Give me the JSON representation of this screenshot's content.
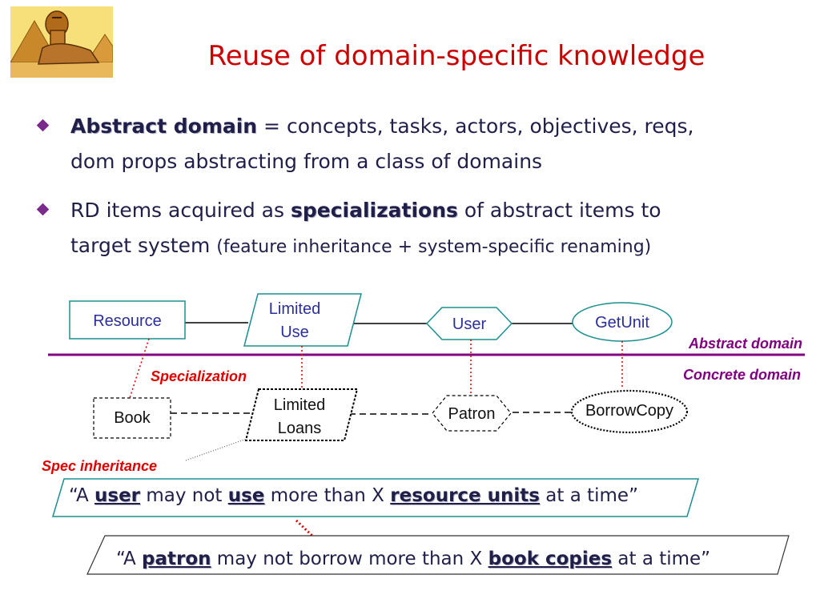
{
  "slide": {
    "title": "Reuse of domain-specific knowledge",
    "bullets": [
      {
        "term": "Abstract domain",
        "rest_line1": " =  concepts, tasks, actors, objectives, reqs,",
        "rest_line2": "dom props abstracting from a class of domains"
      },
      {
        "pre": "RD items acquired as ",
        "term": "specializations",
        "post": " of abstract items to",
        "line2_main": "target system ",
        "line2_small": "(feature inheritance + system-specific renaming)"
      }
    ]
  },
  "diagram": {
    "abstract": {
      "resource": "Resource",
      "limited_use_l1": "Limited",
      "limited_use_l2": "Use",
      "user": "User",
      "getunit": "GetUnit"
    },
    "concrete": {
      "book": "Book",
      "limited_loans_l1": "Limited",
      "limited_loans_l2": "Loans",
      "patron": "Patron",
      "borrowcopy": "BorrowCopy"
    },
    "labels": {
      "abstract_domain": "Abstract domain",
      "concrete_domain": "Concrete domain",
      "specialization": "Specialization",
      "spec_inheritance": "Spec inheritance"
    },
    "colors": {
      "teal": "#1a8f8f",
      "purple": "#800080",
      "red": "#e00000",
      "navy": "#2b2f9a"
    }
  },
  "quotes": {
    "abstract": {
      "open": "“A ",
      "w1": "user",
      "t1": " may not ",
      "w2": "use",
      "t2": " more than X ",
      "w3": "resource units",
      "t3": " at a time”"
    },
    "concrete": {
      "open": "“A ",
      "w1": "patron",
      "t1": " may not borrow more than X ",
      "w2": "book copies",
      "t2": " at a time”"
    }
  }
}
